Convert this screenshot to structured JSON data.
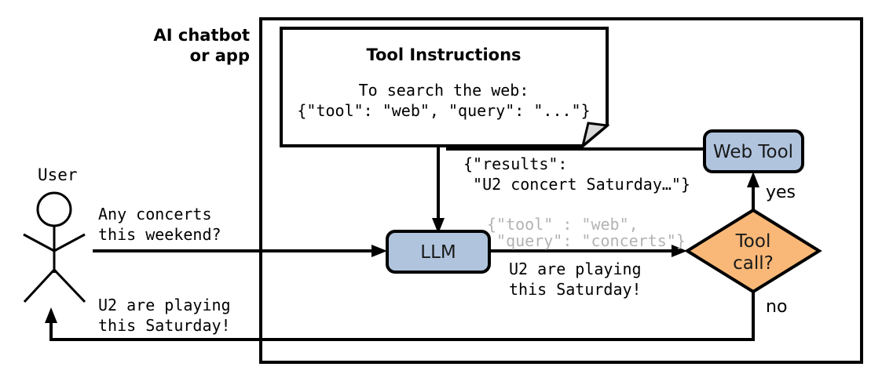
{
  "diagram": {
    "title_label": "AI chatbot\nor app",
    "container_label_line1": "AI chatbot",
    "container_label_line2": "or app",
    "actor": {
      "name": "User",
      "icon": "stick-figure-icon"
    },
    "nodes": {
      "tool_instructions": {
        "title": "Tool Instructions",
        "body_line1": "To search the web:",
        "body_line2": "{\"tool\": \"web\", \"query\": \"...\"}",
        "shape": "note",
        "fill": "#ffffff"
      },
      "llm": {
        "label": "LLM",
        "shape": "rounded-rect",
        "fill": "#b0c4de"
      },
      "web_tool": {
        "label": "Web Tool",
        "shape": "rounded-rect",
        "fill": "#b0c4de"
      },
      "tool_call_decision": {
        "label_line1": "Tool",
        "label_line2": "call?",
        "shape": "diamond",
        "fill": "#f9b878"
      }
    },
    "edges": [
      {
        "id": "user-to-llm",
        "from": "User",
        "to": "LLM",
        "label_line1": "Any concerts",
        "label_line2": "this weekend?"
      },
      {
        "id": "llm-to-decision",
        "from": "LLM",
        "to": "Tool call?",
        "label_line1": "U2 are playing",
        "label_line2": "this Saturday!",
        "gray_label_line1": "{\"tool\" : \"web\",",
        "gray_label_line2": " \"query\": \"concerts\"}"
      },
      {
        "id": "decision-to-webtool",
        "from": "Tool call?",
        "to": "Web Tool",
        "label": "yes"
      },
      {
        "id": "decision-to-user",
        "from": "Tool call?",
        "to": "User",
        "label": "no"
      },
      {
        "id": "webtool-to-llm",
        "from": "Web Tool",
        "to": "LLM",
        "label_line1": "{\"results\":",
        "label_line2": " \"U2 concert Saturday…\"}"
      },
      {
        "id": "decision-to-user-reply",
        "from": "Tool call?",
        "to": "User",
        "label_line1": "U2 are playing",
        "label_line2": "this Saturday!"
      }
    ],
    "colors": {
      "node_blue": "#b0c4de",
      "node_orange": "#f9b878",
      "stroke": "#000000",
      "gray_text": "#b3b3b3",
      "fold_gray": "#d9d9d9"
    }
  }
}
